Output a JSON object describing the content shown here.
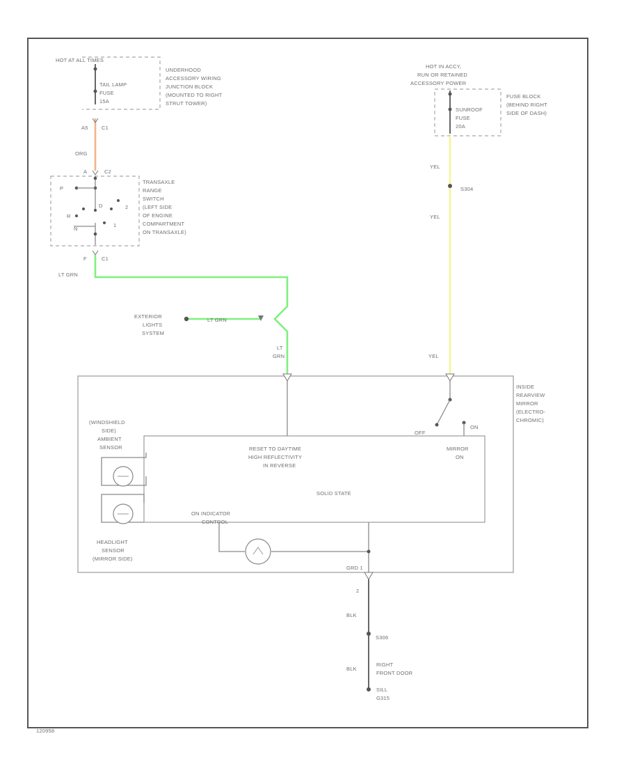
{
  "colors": {
    "orange_wire": "#f2b48c",
    "green_wire": "#7cf27c",
    "yellow_wire": "#f5f5a0",
    "frame": "#555555"
  },
  "left_fuse": {
    "hot": "HOT AT ALL TIMES",
    "fuse_1": "TAIL LAMP",
    "fuse_2": "FUSE",
    "fuse_3": "15A",
    "location_1": "UNDERHOOD",
    "location_2": "ACCESSORY WIRING",
    "location_3": "JUNCTION BLOCK",
    "location_4": "(MOUNTED TO RIGHT",
    "location_5": "STRUT TOWER)"
  },
  "upper_wire": {
    "pin": "A5",
    "conn": "C1",
    "color": "ORG",
    "pin2": "A",
    "conn2": "C2"
  },
  "transaxle_switch": {
    "line_1": "TRANSAXLE",
    "line_2": "RANGE",
    "line_3": "SWITCH",
    "line_4": "(LEFT SIDE",
    "line_5": "OF ENGINE",
    "line_6": "COMPARTMENT",
    "line_7": "ON TRANSAXLE)",
    "pos_p": "P",
    "pos_r": "R",
    "pos_n": "N",
    "pos_d": "D",
    "pos_2": "2",
    "pos_1": "1",
    "pin_out": "F",
    "conn_out": "C1"
  },
  "green_wire": {
    "color_1": "LT GRN",
    "color_2": "LT GRN",
    "color_3a": "LT",
    "color_3b": "GRN"
  },
  "exterior_lights": {
    "line_1": "EXTERIOR",
    "line_2": "LIGHTS",
    "line_3": "SYSTEM"
  },
  "right_fuse": {
    "hot_1": "HOT IN ACCY,",
    "hot_2": "RUN OR RETAINED",
    "hot_3": "ACCESSORY POWER",
    "fuse_1": "SUNROOF",
    "fuse_2": "FUSE",
    "fuse_3": "20A",
    "location_1": "FUSE BLOCK",
    "location_2": "(BEHIND RIGHT",
    "location_3": "SIDE OF DASH)"
  },
  "yellow_wire": {
    "color_1": "YEL",
    "splice": "S304",
    "color_2": "YEL",
    "color_3": "YEL"
  },
  "mirror": {
    "title_1": "INSIDE",
    "title_2": "REARVIEW",
    "title_3": "MIRROR",
    "title_4": "(ELECTRO-",
    "title_5": "CHROMIC)",
    "switch_off": "OFF",
    "switch_on": "ON",
    "ws_sensor_1": "(WINDSHIELD",
    "ws_sensor_2": "SIDE)",
    "ws_sensor_3": "AMBIENT",
    "ws_sensor_4": "SENSOR",
    "hl_sensor_1": "HEADLIGHT",
    "hl_sensor_2": "SENSOR",
    "hl_sensor_3": "(MIRROR SIDE)",
    "reset_1": "RESET TO DAYTIME",
    "reset_2": "HIGH REFLECTIVITY",
    "reset_3": "IN REVERSE",
    "mirror_on_1": "MIRROR",
    "mirror_on_2": "ON",
    "solid_state": "SOLID STATE",
    "indicator_1": "ON INDICATOR",
    "indicator_2": "CONTROL",
    "ground_label": "GRD 1"
  },
  "ground": {
    "pin": "2",
    "color_1": "BLK",
    "splice": "S306",
    "color_2": "BLK",
    "loc_1": "RIGHT",
    "loc_2": "FRONT DOOR",
    "loc_3": "SILL",
    "loc_4": "G315"
  },
  "footer": {
    "code": "120958"
  }
}
